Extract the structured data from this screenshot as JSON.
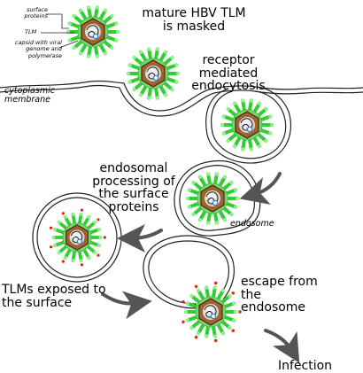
{
  "labels": {
    "surface_proteins": "surface proteins",
    "tlm": "TLM",
    "capsid": "capsid with viral genome and polymerase",
    "mature": "mature HBV TLM is masked",
    "receptor": "receptor mediated endocytosis",
    "membrane": "cytoplasmic membrane",
    "endosomal": "endosomal processing of the surface proteins",
    "endosome": "endosome",
    "tlms_exposed": "TLMs exposed to the surface",
    "escape": "escape from the endosome",
    "infection": "Infection"
  },
  "colors": {
    "spike": "#32cd32",
    "spike_tip": "#8ef08e",
    "tlm_dot": "#e0240a",
    "capsid": "#a0632c",
    "capsid_stroke": "#4a2a0a",
    "core": "#ececec",
    "genome": "#111111",
    "polymerase": "#2d7fd8",
    "arrow": "#555555",
    "membrane": "#222222"
  },
  "icons": {
    "virion": "hbv-virion-icon",
    "arrow": "curved-arrow-icon"
  }
}
